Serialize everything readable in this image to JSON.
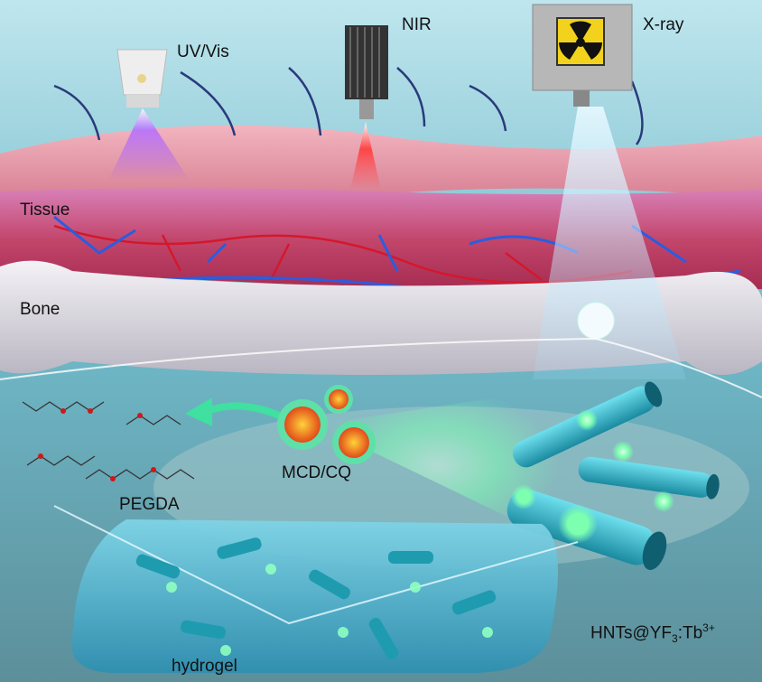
{
  "labels": {
    "uv": "UV/Vis",
    "nir": "NIR",
    "xray": "X-ray",
    "tissue": "Tissue",
    "bone": "Bone",
    "mcd": "MCD/CQ",
    "pegda": "PEGDA",
    "hnts_main": "HNTs@YF",
    "hnts_sub": "3",
    "hnts_mid": ":Tb",
    "hnts_sup": "3+",
    "hydrogel": "hydrogel"
  },
  "colors": {
    "uv_beam": "#9b4dff",
    "nir_beam": "#ff3b3b",
    "xray_beam": "#a8e4ff",
    "skin": "#e89aa8",
    "tissue": "#c2456a",
    "vessel_red": "#d4182c",
    "vessel_blue": "#2a5de0",
    "bone": "#e6e4ea",
    "nanotube": "#2fb3c4",
    "glow": "#7dffb0"
  }
}
